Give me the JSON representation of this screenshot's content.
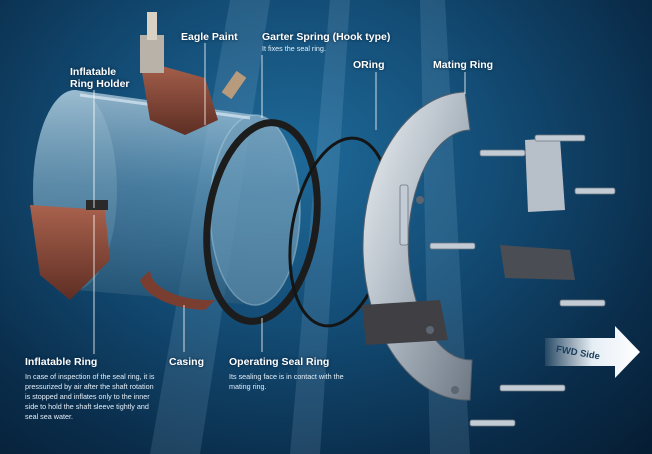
{
  "labels": {
    "eagle_paint": "Eagle Paint",
    "garter_spring": {
      "title": "Garter Spring (Hook type)",
      "desc": "It fixes the seal ring."
    },
    "oring": "ORing",
    "mating_ring": "Mating Ring",
    "inflatable_ring_holder": {
      "line1": "Inflatable",
      "line2": "Ring Holder"
    },
    "inflatable_ring": {
      "title": "Inflatable Ring",
      "desc": [
        "In case of inspection of the seal ring, it is",
        "pressurized by air after the shaft rotation",
        "is stopped and inflates only to the inner",
        "side to hold the shaft sleeve tightly and",
        "seal sea water."
      ]
    },
    "casing": "Casing",
    "operating_seal_ring": {
      "title": "Operating Seal Ring",
      "desc": [
        "Its sealing face is in contact with the",
        "mating ring."
      ]
    },
    "fwd_side": "FWD Side"
  },
  "colors": {
    "background": "#134c75",
    "casing_rust": "#8a4a3a",
    "steel": "#c7ced6",
    "label_text": "#ffffff",
    "leader_line": "#ffffff"
  }
}
